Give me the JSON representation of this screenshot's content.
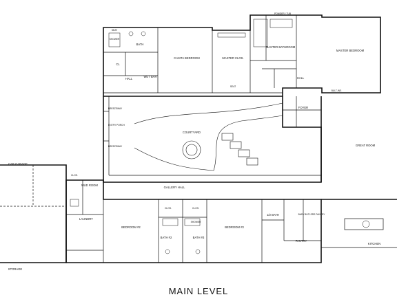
{
  "page_title": "MAIN LEVEL",
  "rooms": {
    "seat_casita": "SEAT",
    "shower_casita": "SHOWER",
    "bath_casita": "BATH",
    "cl": "CL",
    "hall_casita": "HALL",
    "wet_bar": "WET BAR",
    "casita_bedroom": "CASITA BEDROOM",
    "master_clos": "MASTER CLOS.",
    "seat_master": "SEAT",
    "powder_tub": "POWDER / TUB",
    "master_bathroom": "MASTER BATHROOM",
    "master_bedroom": "MASTER BEDROOM",
    "hall_master": "HALL",
    "bult_ins": "BULT-INS",
    "breezeway_top": "BREEZEWAY",
    "entry_porch": "ENTRY PORCH",
    "breezeway_bottom": "BREEZEWAY",
    "courtyard": "COURTYARD",
    "foyer": "FOYER",
    "great_room": "GREAT ROOM",
    "car_garage": "CAR GARAGE",
    "clos_mud": "CLOS.",
    "mud_room": "MUD ROOM",
    "gallery_hall": "GALLERY HALL",
    "laundry": "LAUNDRY",
    "clos_1": "CLOS.",
    "clos_2": "CLOS.",
    "shower_2": "SHOWER",
    "bedroom_2": "BEDROOM #2",
    "bedroom_3": "BEDROOM #3",
    "bath_2": "BATH #2",
    "bath_3": "BATH #3",
    "half_bath": "1/2 BATH",
    "bar_pantry": "BAR / BUTLERS PANTRY",
    "pantry": "PANTRY",
    "kitchen": "KITCHEN",
    "storage": "STORAGE"
  }
}
